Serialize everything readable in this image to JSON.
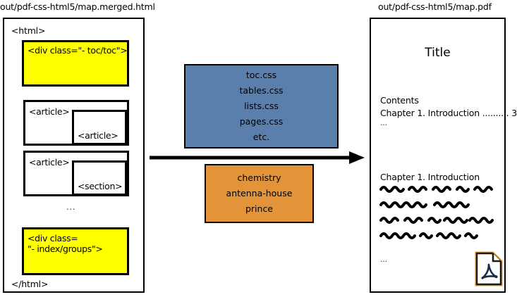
{
  "captions": {
    "left": "out/pdf-css-html5/map.merged.html",
    "right": "out/pdf-css-html5/map.pdf"
  },
  "colors": {
    "toc_box_fill": "#ffff00",
    "index_box_fill": "#ffff00",
    "css_box_fill": "#5a7fad",
    "vendor_box_fill": "#e39338",
    "stroke": "#000000",
    "page_background": "#ffffff",
    "pdf_icon_accent": "#e8972f"
  },
  "html_panel": {
    "open_tag": "<html>",
    "close_tag": "</html>",
    "toc_box_label": "<div class=\"- toc/toc\">",
    "index_box_line1": "<div class=",
    "index_box_line2": "\"- index/groups\">",
    "ellipsis": "...",
    "articles": [
      {
        "outer_tag": "<article>",
        "nested_tag": "<article>"
      },
      {
        "outer_tag": "<article>",
        "nested_tag": "<section>"
      }
    ]
  },
  "css_box": {
    "items": [
      "toc.css",
      "tables.css",
      "lists.css",
      "pages.css",
      "etc."
    ]
  },
  "vendor_box": {
    "items": [
      "chemistry",
      "antenna-house",
      "prince"
    ]
  },
  "arrow": {
    "icon": "right-arrow-icon",
    "direction": "right"
  },
  "pdf_panel": {
    "title": "Title",
    "contents_heading": "Contents",
    "toc_entry": "Chapter 1. Introduction .......... 3",
    "toc_ellipsis": "...",
    "chapter_heading": "Chapter 1. Introduction",
    "body_ellipsis": "...",
    "body_placeholder_lines": 4,
    "icon": "pdf-file-icon"
  }
}
